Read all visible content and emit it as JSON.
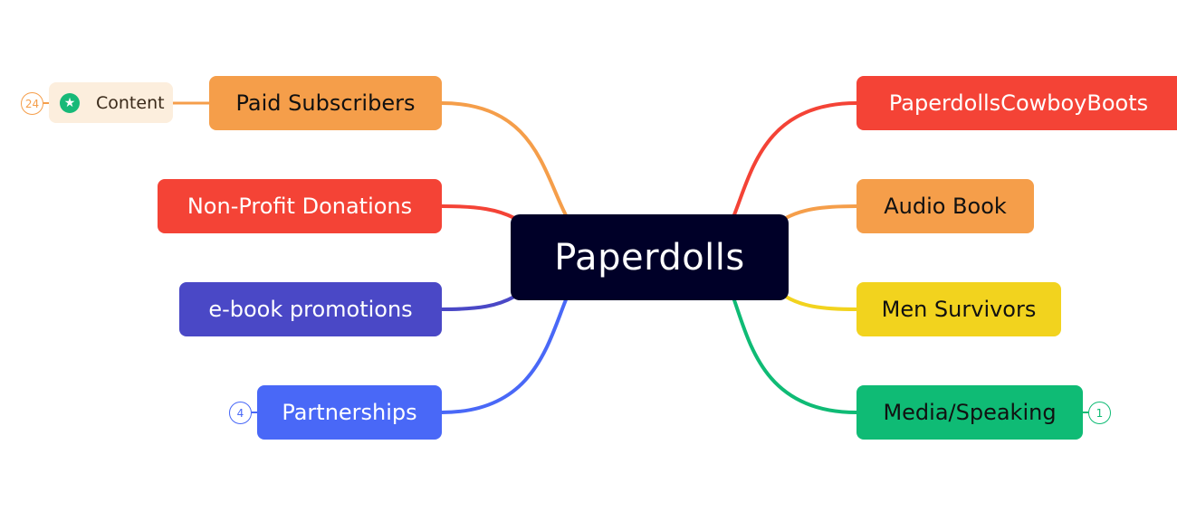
{
  "mindmap": {
    "root": {
      "label": "Paperdolls",
      "color": "#000028",
      "text_color": "#ffffff"
    },
    "left_branches": [
      {
        "id": "paid",
        "label": "Paid Subscribers",
        "color": "#F59E4A",
        "text_color": "#111111"
      },
      {
        "id": "npd",
        "label": "Non-Profit Donations",
        "color": "#F44336",
        "text_color": "#ffffff"
      },
      {
        "id": "ebook",
        "label": "e-book promotions",
        "color": "#4A48C6",
        "text_color": "#ffffff"
      },
      {
        "id": "partner",
        "label": "Partnerships",
        "color": "#4968F7",
        "text_color": "#ffffff"
      }
    ],
    "right_branches": [
      {
        "id": "boots",
        "label": "PaperdollsCowboyBoots",
        "color": "#F44336",
        "text_color": "#ffffff"
      },
      {
        "id": "audio",
        "label": "Audio Book",
        "color": "#F59E4A",
        "text_color": "#111111"
      },
      {
        "id": "men",
        "label": "Men Survivors",
        "color": "#F2D31E",
        "text_color": "#111111"
      },
      {
        "id": "media",
        "label": "Media/Speaking",
        "color": "#0FBB75",
        "text_color": "#111111"
      }
    ],
    "subtopic": {
      "label": "Content",
      "icon": "star-icon",
      "bg_color": "#FCEEDD",
      "icon_color": "#17B978",
      "text_color": "#3a2a1a"
    },
    "badges": {
      "content": "24",
      "partnerships": "4",
      "media": "1"
    }
  }
}
